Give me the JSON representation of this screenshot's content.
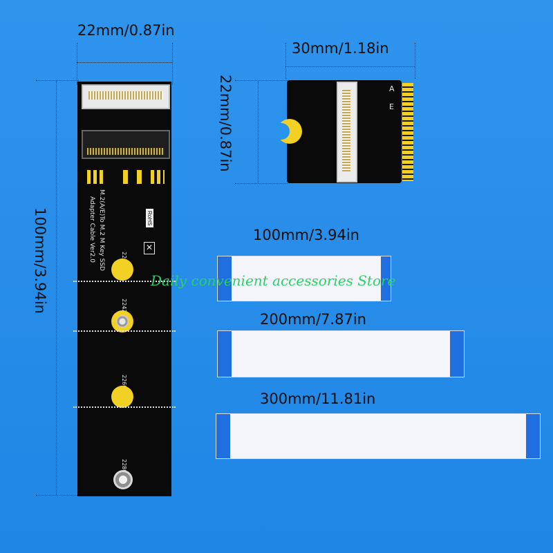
{
  "dimensions": {
    "board_width": "22mm/0.87in",
    "board_length": "100mm/3.94in",
    "adapter_width": "30mm/1.18in",
    "adapter_height": "22mm/0.87in"
  },
  "cables": [
    {
      "label": "100mm/3.94in"
    },
    {
      "label": "200mm/7.87in"
    },
    {
      "label": "300mm/11.81in"
    }
  ],
  "board": {
    "silkscreen_line1": "M.2(A/E)To M.2 M Key SSD",
    "silkscreen_line2": "Adapter Cable Ver2.0",
    "rohs": "RoHS",
    "sizes": [
      "2230",
      "2242",
      "2260",
      "2280"
    ]
  },
  "adapter": {
    "key_letters": [
      "A",
      "E"
    ]
  },
  "watermark": "Daily convenient accessories Store",
  "colors": {
    "background": "#2893ea",
    "pcb": "#0a0a0a",
    "gold": "#f2d024",
    "cable_tip": "#1f6fe0",
    "watermark": "#2bd06a"
  }
}
